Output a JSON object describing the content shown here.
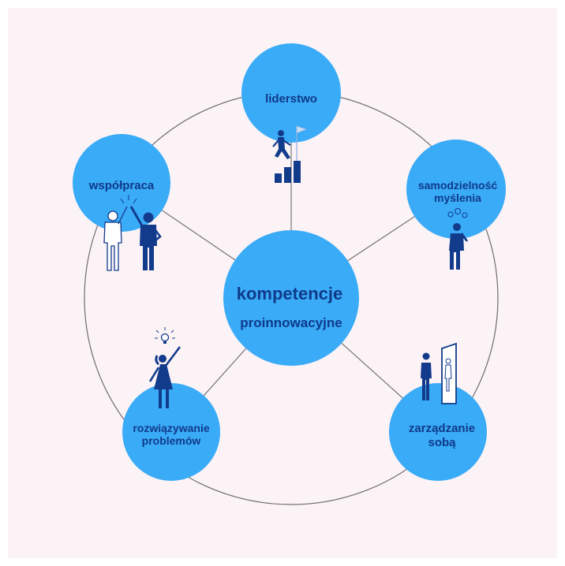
{
  "center": {
    "line1": "kompetencje",
    "line2": "proinnowacyjne"
  },
  "nodes": [
    {
      "id": "liderstwo",
      "lines": [
        "liderstwo"
      ],
      "icon": "leader-climbing-stairs-flag-icon"
    },
    {
      "id": "samodzielnosc",
      "lines": [
        "samodzielność",
        "myślenia"
      ],
      "icon": "person-thinking-icon"
    },
    {
      "id": "zarzadzanie",
      "lines": [
        "zarządzanie",
        "sobą"
      ],
      "icon": "person-at-mirror-icon"
    },
    {
      "id": "rozwiazywanie",
      "lines": [
        "rozwiązywanie",
        "problemów"
      ],
      "icon": "woman-lightbulb-idea-icon"
    },
    {
      "id": "wspolpraca",
      "lines": [
        "współpraca"
      ],
      "icon": "people-high-five-icon"
    }
  ],
  "colors": {
    "background": "#fcf3f6",
    "circle": "#3aabf7",
    "text": "#0f3a8a",
    "icon": "#123b8c",
    "ring": "#6d6d6d"
  }
}
